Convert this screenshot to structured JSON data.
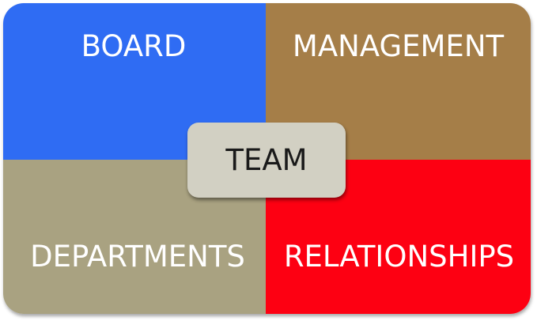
{
  "quadrants": {
    "top_left": {
      "label": "BOARD",
      "color": "#2f6cf3"
    },
    "top_right": {
      "label": "MANAGEMENT",
      "color": "#a57e48"
    },
    "bottom_left": {
      "label": "DEPARTMENTS",
      "color": "#a9a281"
    },
    "bottom_right": {
      "label": "RELATIONSHIPS",
      "color": "#fd0012"
    }
  },
  "center": {
    "label": "TEAM",
    "color": "#d2d0c3"
  }
}
